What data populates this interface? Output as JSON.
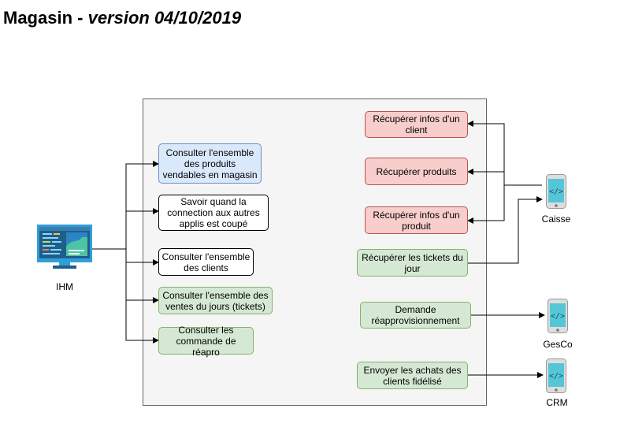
{
  "title": {
    "main": "Magasin - ",
    "version": "version 04/10/2019"
  },
  "actors": {
    "ihm": "IHM",
    "caisse": "Caisse",
    "gesco": "GesCo",
    "crm": "CRM"
  },
  "left_boxes": [
    {
      "text": "Consulter l'ensemble des produits vendables en magasin",
      "style": "blue"
    },
    {
      "text": "Savoir quand la connection aux autres applis est coupé",
      "style": "white"
    },
    {
      "text": "Consulter l'ensemble des clients",
      "style": "white"
    },
    {
      "text": "Consulter l'ensemble des ventes du jours (tickets)",
      "style": "green"
    },
    {
      "text": "Consulter les commande de réapro",
      "style": "green"
    }
  ],
  "right_boxes": [
    {
      "text": "Récupérer infos d'un client",
      "style": "red"
    },
    {
      "text": "Récupérer produits",
      "style": "red"
    },
    {
      "text": "Récupérer infos d'un produit",
      "style": "red"
    },
    {
      "text": "Récupérer les tickets du jour",
      "style": "green"
    },
    {
      "text": "Demande réapprovisionnement",
      "style": "green"
    },
    {
      "text": "Envoyer les achats des clients fidélisé",
      "style": "green"
    }
  ],
  "colors": {
    "blue_fill": "#dae8fc",
    "blue_stroke": "#6c8ebf",
    "green_fill": "#d5e8d4",
    "green_stroke": "#82b366",
    "red_fill": "#f8cecc",
    "red_stroke": "#b85450",
    "container_fill": "#f5f5f5"
  }
}
